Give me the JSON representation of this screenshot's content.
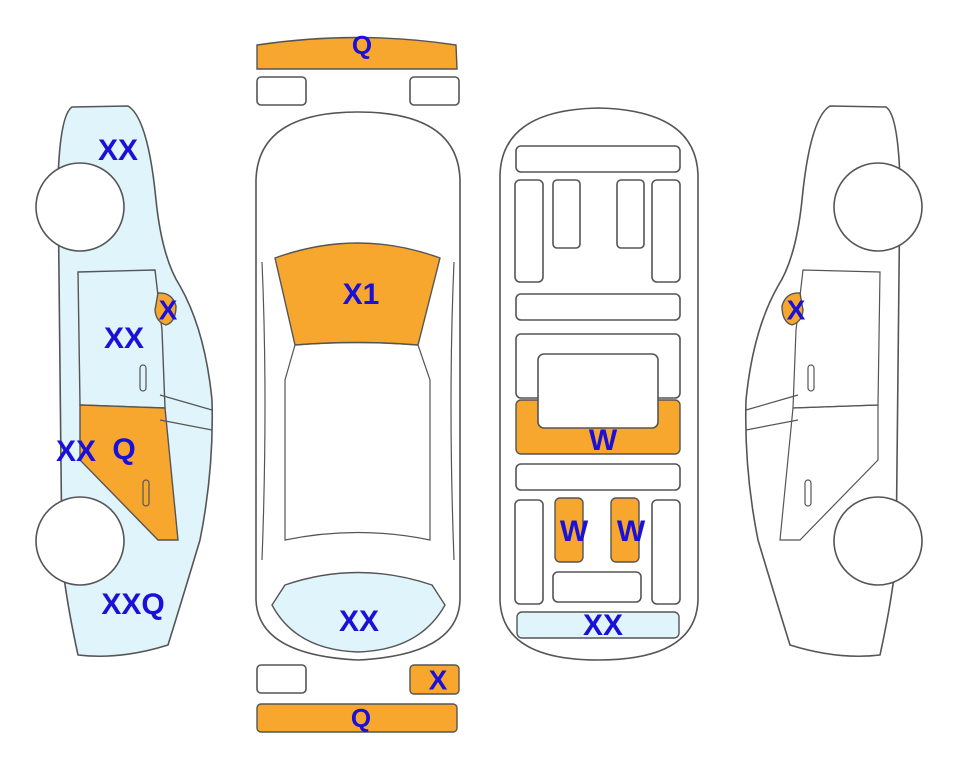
{
  "colors": {
    "orange": "#f7a72d",
    "light_blue": "#dff4fb",
    "label": "#1a10d8",
    "outline": "#555555"
  },
  "labels": {
    "front_bumper_top": "Q",
    "hood": "X1",
    "rear_window": "XX",
    "rear_bumper_corner": "X",
    "rear_bumper": "Q",
    "left_front": "XX",
    "left_mirror": "X",
    "left_front_door": "XX",
    "left_rear_door_a": "XX",
    "left_rear_door_b": "Q",
    "left_rear": "XXQ",
    "underbody_center": "W",
    "underbody_left_bar": "W",
    "underbody_right_bar": "W",
    "underbody_rear": "XX",
    "right_mirror": "X"
  }
}
